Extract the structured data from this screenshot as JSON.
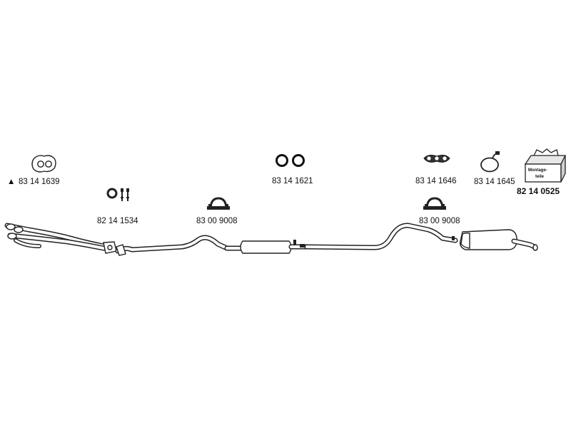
{
  "parts": {
    "gasket": {
      "number": "83 14 1639",
      "marker": "▲"
    },
    "clamp_bolts": {
      "number": "82 14 1534"
    },
    "clamp_left": {
      "number": "83 00 9008"
    },
    "rings": {
      "number": "83 14 1621"
    },
    "clamp_right": {
      "number": "83 00 9008"
    },
    "hanger_strip": {
      "number": "83 14 1646"
    },
    "hanger_ring": {
      "number": "83 14 1645"
    },
    "mounting_kit": {
      "number": "82 14 0525",
      "box_text_1": "Montage-",
      "box_text_2": "teile"
    }
  }
}
